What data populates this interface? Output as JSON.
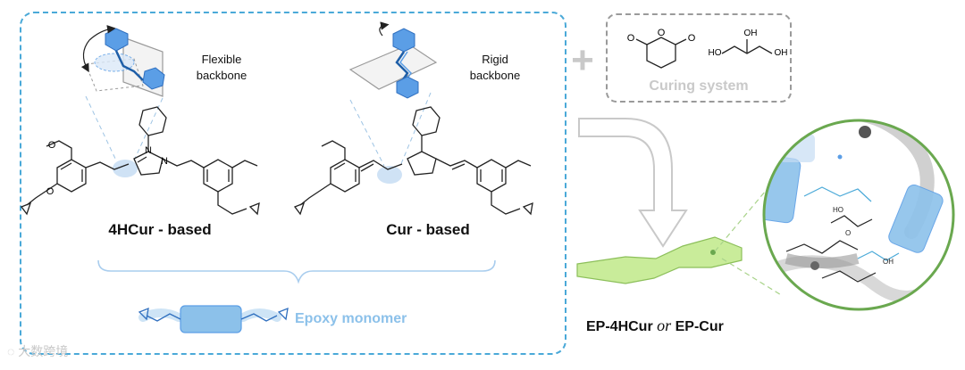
{
  "panel_left": {
    "flexible_label": "Flexible\nbackbone",
    "rigid_label": "Rigid\nbackbone",
    "left_molecule_caption": "4HCur - based",
    "right_molecule_caption": "Cur - based",
    "monomer_caption": "Epoxy monomer",
    "pyrazole_label": "N",
    "pyrazole_label_b": "N",
    "methoxy_label": "O",
    "ether_label": "O"
  },
  "panel_curing": {
    "plus_symbol": "+",
    "caption": "Curing system",
    "anhydride_o_ring": "O",
    "anhydride_o_left": "O",
    "anhydride_o_right": "O",
    "glycerol_oh_center": "OH",
    "glycerol_oh_left": "HO",
    "glycerol_oh_right": "OH"
  },
  "panel_network": {
    "oh_label_1": "HO",
    "oh_label_2": "OH",
    "o_label": "O"
  },
  "bottom_caption": {
    "left": "EP-4HCur",
    "connector": "or",
    "right": "EP-Cur"
  },
  "watermark": "大数跨境",
  "colors": {
    "dash_blue": "#4aa9d8",
    "monomer_blue": "#8cc1ea",
    "ring_blue": "#5b9ee6",
    "network_green": "#6aa84f",
    "specimen_green": "#c9ec9a",
    "curing_gray": "#9a9a9a"
  }
}
